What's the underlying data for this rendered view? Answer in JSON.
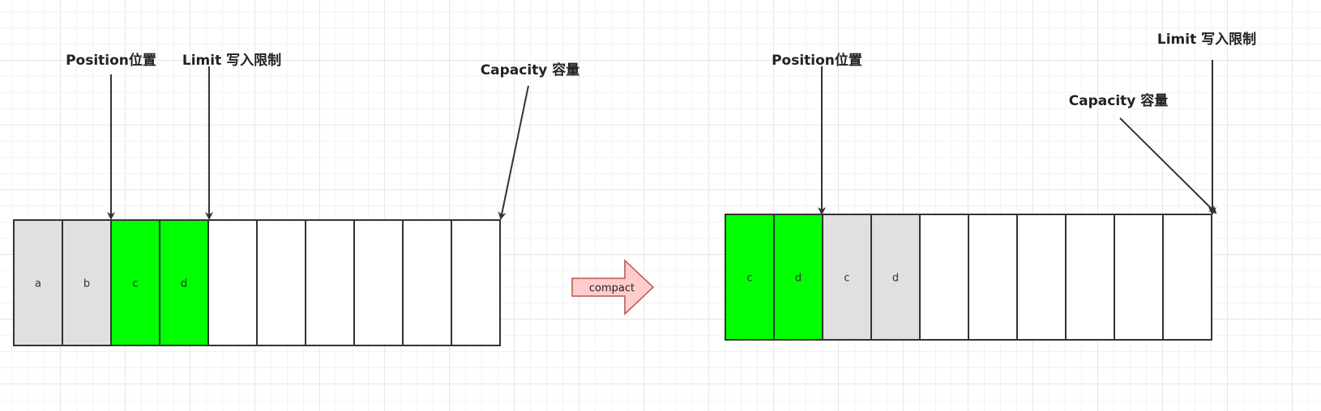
{
  "colors": {
    "filled_gray": "#e0e0e0",
    "active_green": "#00ff00",
    "empty_white": "#ffffff",
    "border": "#333333",
    "arrow_fill": "#ffcccc",
    "arrow_stroke": "#b85450"
  },
  "before": {
    "cells": [
      {
        "label": "a",
        "state": "gray"
      },
      {
        "label": "b",
        "state": "gray"
      },
      {
        "label": "c",
        "state": "green"
      },
      {
        "label": "d",
        "state": "green"
      },
      {
        "label": "",
        "state": "empty"
      },
      {
        "label": "",
        "state": "empty"
      },
      {
        "label": "",
        "state": "empty"
      },
      {
        "label": "",
        "state": "empty"
      },
      {
        "label": "",
        "state": "empty"
      },
      {
        "label": "",
        "state": "empty"
      }
    ],
    "position_label": "Position位置",
    "limit_label": "Limit 写入限制",
    "capacity_label": "Capacity 容量"
  },
  "compact_arrow": {
    "label": "compact"
  },
  "after": {
    "cells": [
      {
        "label": "c",
        "state": "green"
      },
      {
        "label": "d",
        "state": "green"
      },
      {
        "label": "c",
        "state": "gray"
      },
      {
        "label": "d",
        "state": "gray"
      },
      {
        "label": "",
        "state": "empty"
      },
      {
        "label": "",
        "state": "empty"
      },
      {
        "label": "",
        "state": "empty"
      },
      {
        "label": "",
        "state": "empty"
      },
      {
        "label": "",
        "state": "empty"
      },
      {
        "label": "",
        "state": "empty"
      }
    ],
    "position_label": "Position位置",
    "limit_label": "Limit 写入限制",
    "capacity_label": "Capacity 容量"
  }
}
